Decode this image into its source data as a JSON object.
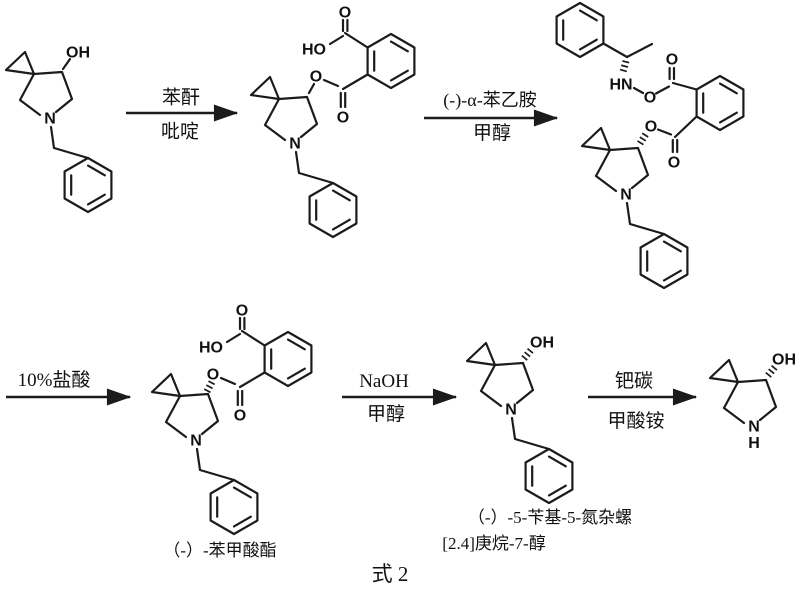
{
  "scheme": {
    "caption": "式 2"
  },
  "atoms": {
    "OH": "OH",
    "HO": "HO",
    "O": "O",
    "N": "N",
    "HN": "HN",
    "H": "H"
  },
  "arrows": [
    {
      "above": "苯酐",
      "below": "吡啶"
    },
    {
      "above": "(-)-α-苯乙胺",
      "below": "甲醇"
    },
    {
      "above": "10%盐酸"
    },
    {
      "above": "NaOH",
      "below": "甲醇"
    },
    {
      "above": "钯碳",
      "below": "甲酸铵"
    }
  ],
  "compound_labels": {
    "benzoate": "（-）-苯甲酸酯",
    "aminol_line1": "（-）-5-苄基-5-氮杂螺",
    "aminol_line2": "[2.4]庚烷-7-醇"
  }
}
